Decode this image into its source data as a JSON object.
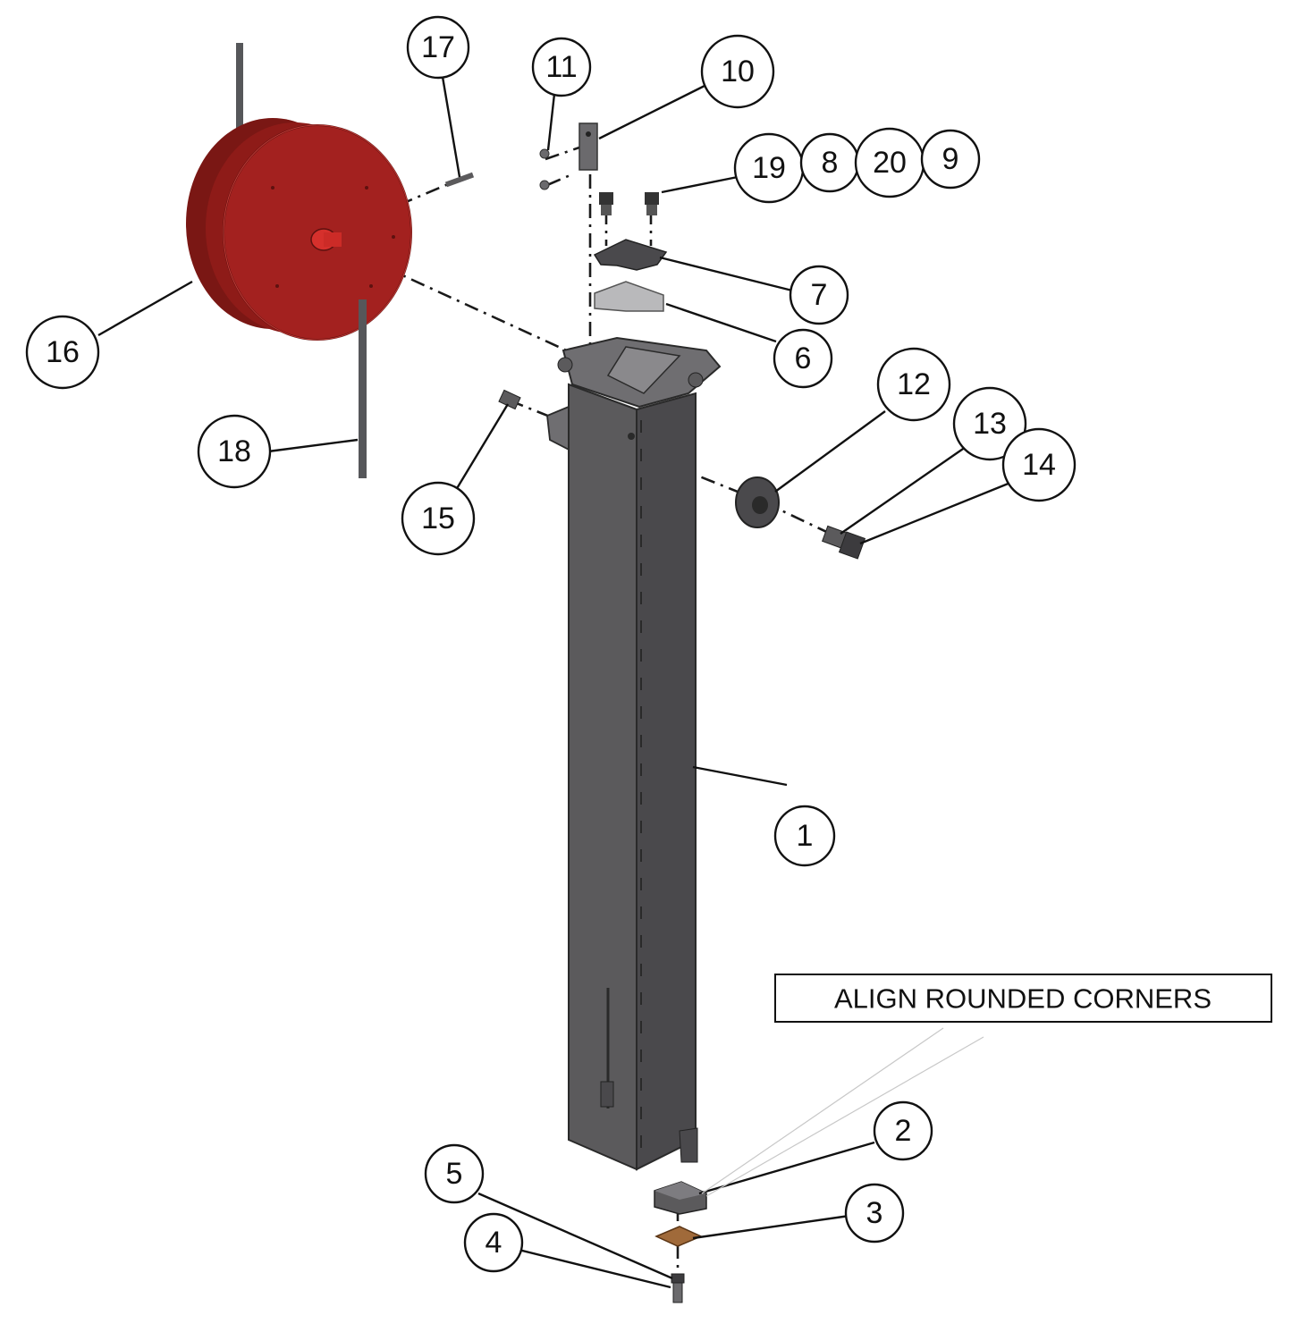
{
  "diagram": {
    "note": "ALIGN ROUNDED CORNERS",
    "callouts": {
      "c1": "1",
      "c2": "2",
      "c3": "3",
      "c4": "4",
      "c5": "5",
      "c6": "6",
      "c7": "7",
      "c8": "8",
      "c9": "9",
      "c10": "10",
      "c11": "11",
      "c12": "12",
      "c13": "13",
      "c14": "14",
      "c15": "15",
      "c16": "16",
      "c17": "17",
      "c18": "18",
      "c19": "19",
      "c20": "20"
    },
    "colors": {
      "post": "#5b5a5c",
      "post_dark": "#403f42",
      "reel": "#a3211f",
      "reel_dark": "#7a1714",
      "rod": "#56575a",
      "pad": "#a06a3a",
      "block_light": "#b9b9bb"
    }
  }
}
